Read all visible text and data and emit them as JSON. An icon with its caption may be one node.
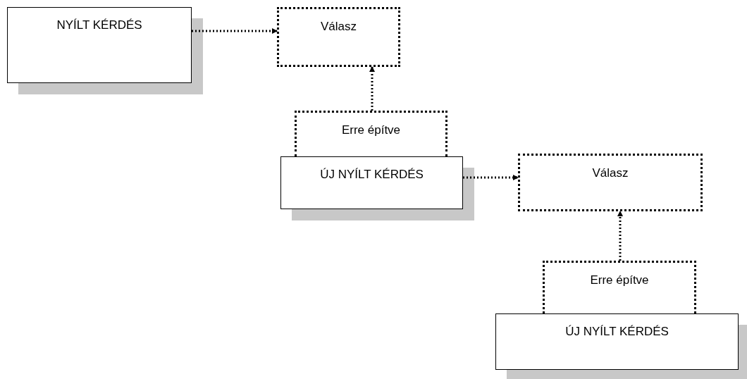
{
  "diagram": {
    "nodes": [
      {
        "text": [
          "NYÍLT KÉRDÉS"
        ]
      },
      {
        "text": [
          "Válasz"
        ]
      },
      {
        "text": [
          "Erre építve"
        ]
      },
      {
        "text": [
          "ÚJ NYÍLT KÉRDÉS"
        ]
      },
      {
        "text": [
          "Válasz"
        ]
      },
      {
        "text": [
          "Erre építve"
        ]
      },
      {
        "text": [
          "ÚJ NYÍLT KÉRDÉS"
        ]
      }
    ],
    "edges": [
      {
        "from": 0,
        "to": 1,
        "arrow": "to",
        "style": "dashed"
      },
      {
        "from": 2,
        "to": 1,
        "arrow": "to",
        "style": "dashed"
      },
      {
        "from": 3,
        "to": 4,
        "arrow": "to",
        "style": "dashed"
      },
      {
        "from": 5,
        "to": 4,
        "arrow": "to",
        "style": "dashed"
      }
    ]
  }
}
